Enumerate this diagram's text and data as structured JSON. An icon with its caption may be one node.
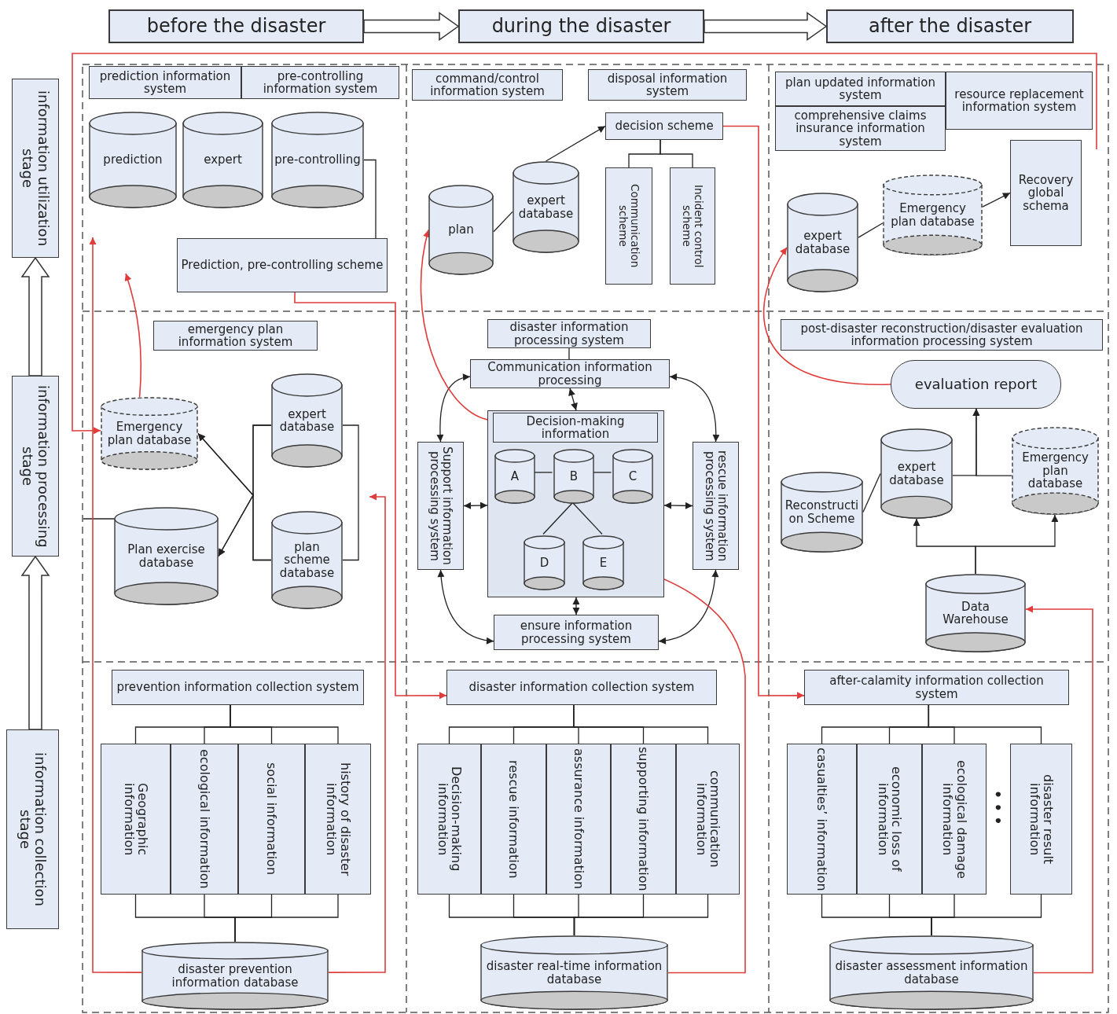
{
  "diagram": {
    "nodes": [
      {
        "text": [
          "before the disaster"
        ]
      },
      {
        "text": [
          "during the disaster"
        ]
      },
      {
        "text": [
          "after the disaster"
        ]
      },
      {
        "text": [
          "information utilization stage"
        ]
      },
      {
        "text": [
          "information processing stage"
        ]
      },
      {
        "text": [
          "information collection stage"
        ]
      },
      {
        "text": [
          "prediction information system"
        ]
      },
      {
        "text": [
          "pre-controlling information system"
        ]
      },
      {
        "text": [
          "prediction"
        ]
      },
      {
        "text": [
          "expert"
        ]
      },
      {
        "text": [
          "pre-controlling"
        ]
      },
      {
        "text": [
          "Prediction, pre-controlling scheme"
        ]
      },
      {
        "text": [
          "command/control information system"
        ]
      },
      {
        "text": [
          "disposal information system"
        ]
      },
      {
        "text": [
          "decision scheme"
        ]
      },
      {
        "text": [
          "plan"
        ]
      },
      {
        "text": [
          "expert database"
        ]
      },
      {
        "text": [
          "Communication scheme"
        ]
      },
      {
        "text": [
          "Incident control scheme"
        ]
      },
      {
        "text": [
          "plan updated information system"
        ]
      },
      {
        "text": [
          "comprehensive claims insurance information system"
        ]
      },
      {
        "text": [
          "resource replacement information system"
        ]
      },
      {
        "text": [
          "expert database"
        ]
      },
      {
        "text": [
          "Emergency plan database"
        ]
      },
      {
        "text": [
          "Recovery global schema"
        ]
      },
      {
        "text": [
          "emergency plan information system"
        ]
      },
      {
        "text": [
          "Emergency plan database"
        ]
      },
      {
        "text": [
          "Plan exercise database"
        ]
      },
      {
        "text": [
          "expert database"
        ]
      },
      {
        "text": [
          "plan scheme database"
        ]
      },
      {
        "text": [
          "disaster information processing system"
        ]
      },
      {
        "text": [
          "Communication information processing"
        ]
      },
      {
        "text": [],
        "shape": "box"
      },
      {
        "text": [
          "A"
        ],
        "in": 32
      },
      {
        "text": [
          "B"
        ],
        "in": 32
      },
      {
        "text": [
          "C"
        ],
        "in": 32
      },
      {
        "text": [
          "D"
        ],
        "in": 32
      },
      {
        "text": [
          "E"
        ],
        "in": 32
      },
      {
        "text": [
          "Support information processing system"
        ]
      },
      {
        "text": [
          "rescue information processing system"
        ]
      },
      {
        "text": [
          "ensure information processing system"
        ]
      },
      {
        "text": [
          "post-disaster reconstruction/disaster evaluation information processing system"
        ]
      },
      {
        "text": [
          "evaluation report"
        ]
      },
      {
        "text": [
          "Reconstruction Scheme"
        ]
      },
      {
        "text": [
          "expert database"
        ]
      },
      {
        "text": [
          "Emergency plan database"
        ]
      },
      {
        "text": [
          "Data Warehouse"
        ]
      },
      {
        "text": [
          "prevention information collection system"
        ]
      },
      {
        "text": [
          "Geographic information"
        ]
      },
      {
        "text": [
          "ecological information"
        ]
      },
      {
        "text": [
          "social information"
        ]
      },
      {
        "text": [
          "history of disaster information"
        ]
      },
      {
        "text": [
          "disaster prevention information database"
        ]
      },
      {
        "text": [
          "disaster information collection system"
        ]
      },
      {
        "text": [
          "Decision-making information"
        ]
      },
      {
        "text": [
          "rescue information"
        ]
      },
      {
        "text": [
          "assurance information"
        ]
      },
      {
        "text": [
          "supporting information"
        ]
      },
      {
        "text": [
          "communication information"
        ]
      },
      {
        "text": [
          "disaster real-time information database"
        ]
      },
      {
        "text": [
          "after-calamity information collection system"
        ]
      },
      {
        "text": [
          "casualties’ information"
        ]
      },
      {
        "text": [
          "economic loss of information"
        ]
      },
      {
        "text": [
          "ecological damage information"
        ]
      },
      {
        "text": [
          "disaster result information"
        ]
      },
      {
        "text": [
          "disaster assessment information database"
        ]
      },
      {
        "text": [
          "Decision-making information"
        ],
        "in": 32
      }
    ],
    "edges": [
      {
        "from": 0,
        "to": 1,
        "arrow": "to",
        "style": "thick"
      },
      {
        "from": 1,
        "to": 2,
        "arrow": "to",
        "style": "thick"
      },
      {
        "from": 5,
        "to": 4,
        "arrow": "to",
        "style": "thick"
      },
      {
        "from": 4,
        "to": 3,
        "arrow": "to",
        "style": "thick"
      },
      {
        "from": 10,
        "to": 11,
        "arrow": "none"
      },
      {
        "from": 15,
        "to": 16,
        "arrow": "none"
      },
      {
        "from": 16,
        "to": 14,
        "arrow": "to"
      },
      {
        "from": 14,
        "to": 17,
        "arrow": "none"
      },
      {
        "from": 14,
        "to": 18,
        "arrow": "none"
      },
      {
        "from": 22,
        "to": 23,
        "arrow": "none"
      },
      {
        "from": 23,
        "to": 24,
        "arrow": "to"
      },
      {
        "from": 28,
        "to": 26,
        "arrow": "to"
      },
      {
        "from": 29,
        "to": 26,
        "arrow": "to"
      },
      {
        "from": 28,
        "to": 27,
        "arrow": "to"
      },
      {
        "from": 29,
        "to": 27,
        "arrow": "to"
      },
      {
        "from": 28,
        "to": 29,
        "arrow": "none"
      },
      {
        "from": 27,
        "to": null,
        "arrow": "none"
      },
      {
        "from": 30,
        "to": 31,
        "arrow": "none"
      },
      {
        "from": 31,
        "to": 32,
        "arrow": "both"
      },
      {
        "from": 31,
        "to": 38,
        "arrow": "both"
      },
      {
        "from": 31,
        "to": 39,
        "arrow": "both"
      },
      {
        "from": 38,
        "to": 32,
        "arrow": "both"
      },
      {
        "from": 32,
        "to": 39,
        "arrow": "both"
      },
      {
        "from": 32,
        "to": 40,
        "arrow": "both"
      },
      {
        "from": 38,
        "to": 40,
        "arrow": "both"
      },
      {
        "from": 39,
        "to": 40,
        "arrow": "both"
      },
      {
        "from": 33,
        "to": 34,
        "arrow": "none"
      },
      {
        "from": 34,
        "to": 35,
        "arrow": "none"
      },
      {
        "from": 34,
        "to": 36,
        "arrow": "none"
      },
      {
        "from": 34,
        "to": 37,
        "arrow": "none"
      },
      {
        "from": 43,
        "to": 44,
        "arrow": "none"
      },
      {
        "from": 44,
        "to": 42,
        "arrow": "to"
      },
      {
        "from": 45,
        "to": 42,
        "arrow": "to"
      },
      {
        "from": 46,
        "to": 44,
        "arrow": "to"
      },
      {
        "from": 46,
        "to": 45,
        "arrow": "to"
      },
      {
        "from": 47,
        "to": 48,
        "arrow": "none"
      },
      {
        "from": 47,
        "to": 49,
        "arrow": "none"
      },
      {
        "from": 47,
        "to": 50,
        "arrow": "none"
      },
      {
        "from": 47,
        "to": 51,
        "arrow": "none"
      },
      {
        "from": 48,
        "to": 52,
        "arrow": "none"
      },
      {
        "from": 49,
        "to": 52,
        "arrow": "none"
      },
      {
        "from": 50,
        "to": 52,
        "arrow": "none"
      },
      {
        "from": 51,
        "to": 52,
        "arrow": "none"
      },
      {
        "from": 53,
        "to": 54,
        "arrow": "none"
      },
      {
        "from": 53,
        "to": 55,
        "arrow": "none"
      },
      {
        "from": 53,
        "to": 56,
        "arrow": "none"
      },
      {
        "from": 53,
        "to": 57,
        "arrow": "none"
      },
      {
        "from": 53,
        "to": 58,
        "arrow": "none"
      },
      {
        "from": 54,
        "to": 59,
        "arrow": "none"
      },
      {
        "from": 55,
        "to": 59,
        "arrow": "none"
      },
      {
        "from": 56,
        "to": 59,
        "arrow": "none"
      },
      {
        "from": 57,
        "to": 59,
        "arrow": "none"
      },
      {
        "from": 58,
        "to": 59,
        "arrow": "none"
      },
      {
        "from": 60,
        "to": 61,
        "arrow": "none"
      },
      {
        "from": 60,
        "to": 62,
        "arrow": "none"
      },
      {
        "from": 60,
        "to": 63,
        "arrow": "none"
      },
      {
        "from": 60,
        "to": 64,
        "arrow": "none"
      },
      {
        "from": 61,
        "to": 65,
        "arrow": "none"
      },
      {
        "from": 62,
        "to": 65,
        "arrow": "none"
      },
      {
        "from": 63,
        "to": 65,
        "arrow": "none"
      },
      {
        "from": 64,
        "to": 65,
        "arrow": "none"
      },
      {
        "from": 52,
        "to": null,
        "arrow": "to",
        "color": "#e03c3c"
      },
      {
        "from": 26,
        "to": null,
        "arrow": "to",
        "color": "#e03c3c"
      },
      {
        "from": null,
        "to": 26,
        "arrow": "to",
        "color": "#e03c3c"
      },
      {
        "from": 11,
        "to": 53,
        "arrow": "to",
        "color": "#e03c3c"
      },
      {
        "from": 14,
        "to": 60,
        "arrow": "to",
        "color": "#e03c3c"
      },
      {
        "from": 59,
        "to": 37,
        "arrow": "to",
        "color": "#e03c3c"
      },
      {
        "from": 65,
        "to": 46,
        "arrow": "to",
        "color": "#e03c3c"
      },
      {
        "from": 42,
        "to": 22,
        "arrow": "to",
        "color": "#e03c3c"
      },
      {
        "from": 32,
        "to": 15,
        "arrow": "to",
        "color": "#e03c3c"
      },
      {
        "from": 52,
        "to": null,
        "arrow": "to",
        "color": "#e03c3c"
      }
    ],
    "labels": [
      "• • •"
    ]
  }
}
